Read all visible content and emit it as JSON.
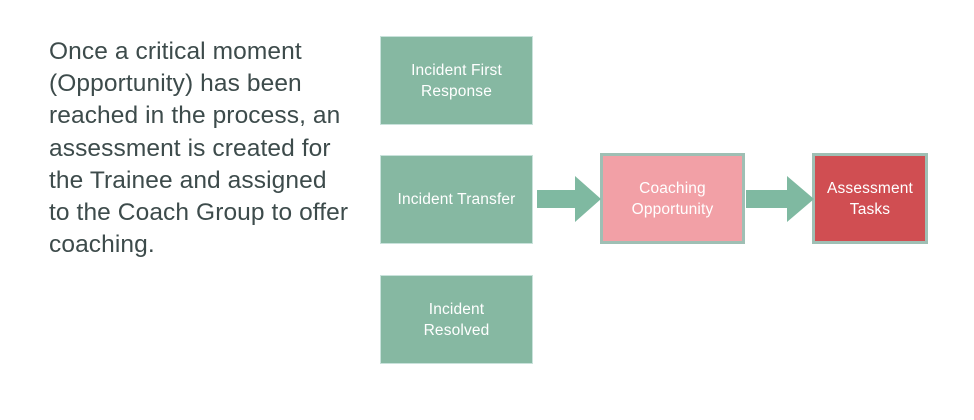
{
  "slide": {
    "background_color": "#ffffff",
    "description": "Once a critical moment (Opportunity) has been reached in the process, an assessment is created for the Trainee and assigned to the Coach Group to offer coaching."
  },
  "palette": {
    "green_fill": "#86b8a2",
    "green_border": "#c9e2db",
    "pink_fill": "#f2a0a6",
    "red_fill": "#d04e52",
    "box_outline": "#9fbfb4",
    "arrow_fill": "#7fb9a1",
    "text_dark": "#3d4b4b",
    "text_light": "#ffffff"
  },
  "diagram": {
    "nodes": [
      {
        "id": "incident-first-response",
        "label": "Incident First\nResponse",
        "style": "green"
      },
      {
        "id": "incident-transfer",
        "label": "Incident Transfer",
        "style": "green"
      },
      {
        "id": "incident-resolved",
        "label": "Incident\nResolved",
        "style": "green"
      },
      {
        "id": "coaching-opportunity",
        "label": "Coaching\nOpportunity",
        "style": "pink"
      },
      {
        "id": "assessment-tasks",
        "label": "Assessment\nTasks",
        "style": "red"
      }
    ],
    "arrows": [
      {
        "id": "transfer-to-opportunity",
        "from": "incident-transfer",
        "to": "coaching-opportunity",
        "direction": "right"
      },
      {
        "id": "opportunity-to-tasks",
        "from": "coaching-opportunity",
        "to": "assessment-tasks",
        "direction": "right"
      }
    ]
  }
}
